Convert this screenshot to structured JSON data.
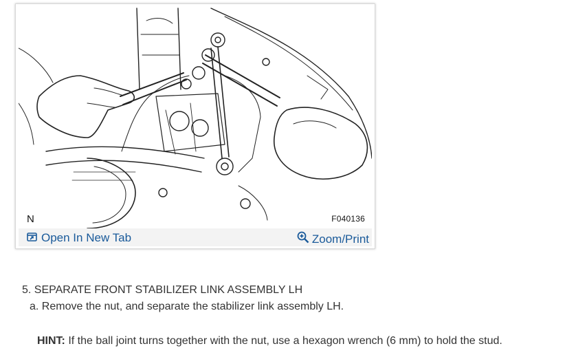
{
  "figure": {
    "orientation_label": "N",
    "figure_code": "F040136",
    "open_tab_label": "Open In New Tab",
    "zoom_label": "Zoom/Print",
    "open_tab_icon": "external-window-icon",
    "zoom_icon": "magnifier-plus-icon",
    "link_color": "#1a5a9a"
  },
  "procedure": {
    "step_heading": "5. SEPARATE FRONT STABILIZER LINK ASSEMBLY LH",
    "sub_step": "a. Remove the nut, and separate the stabilizer link assembly LH.",
    "hint_label": "HINT:",
    "hint_text": "If the ball joint turns together with the nut, use a hexagon wrench (6 mm) to hold the stud."
  }
}
